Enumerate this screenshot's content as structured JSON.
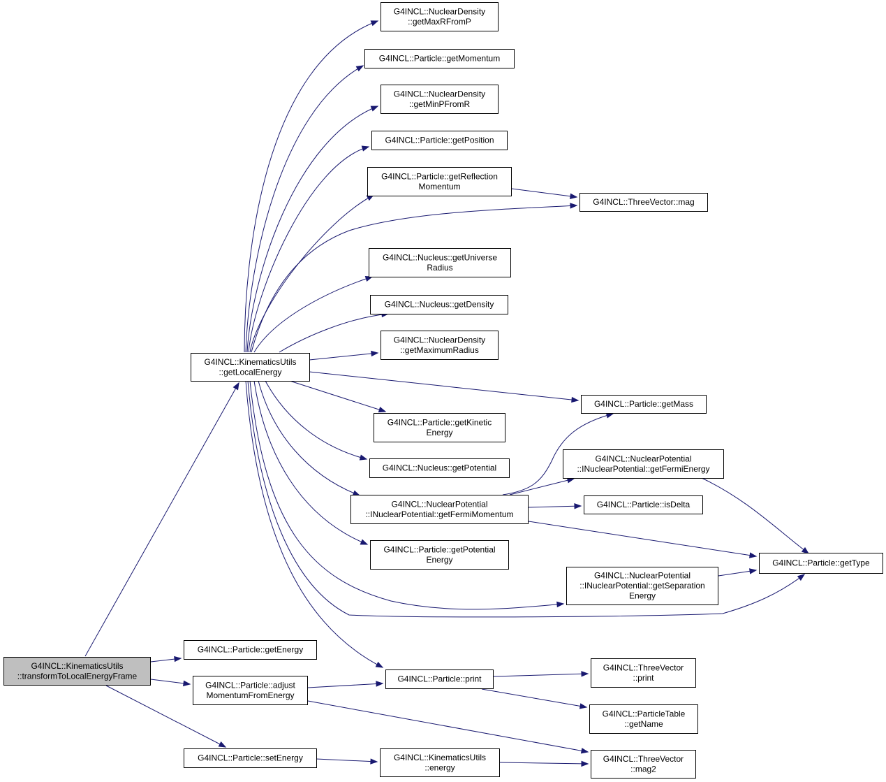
{
  "colors": {
    "edge": "#191970",
    "root_fill": "#bfbfbf",
    "node_fill": "#ffffff",
    "border": "#000000"
  },
  "nodes": [
    {
      "id": "transformToLocalEnergyFrame",
      "lines": [
        "G4INCL::KinematicsUtils",
        "::transformToLocalEnergyFrame"
      ],
      "root": true
    },
    {
      "id": "getLocalEnergy",
      "lines": [
        "G4INCL::KinematicsUtils",
        "::getLocalEnergy"
      ]
    },
    {
      "id": "getEnergy",
      "lines": [
        "G4INCL::Particle::getEnergy"
      ]
    },
    {
      "id": "adjustMomentumFromEnergy",
      "lines": [
        "G4INCL::Particle::adjust",
        "MomentumFromEnergy"
      ]
    },
    {
      "id": "setEnergy",
      "lines": [
        "G4INCL::Particle::setEnergy"
      ]
    },
    {
      "id": "getMaxRFromP",
      "lines": [
        "G4INCL::NuclearDensity",
        "::getMaxRFromP"
      ]
    },
    {
      "id": "getMomentum",
      "lines": [
        "G4INCL::Particle::getMomentum"
      ]
    },
    {
      "id": "getMinPFromR",
      "lines": [
        "G4INCL::NuclearDensity",
        "::getMinPFromR"
      ]
    },
    {
      "id": "getPosition",
      "lines": [
        "G4INCL::Particle::getPosition"
      ]
    },
    {
      "id": "getReflectionMomentum",
      "lines": [
        "G4INCL::Particle::getReflection",
        "Momentum"
      ]
    },
    {
      "id": "mag",
      "lines": [
        "G4INCL::ThreeVector::mag"
      ]
    },
    {
      "id": "getUniverseRadius",
      "lines": [
        "G4INCL::Nucleus::getUniverse",
        "Radius"
      ]
    },
    {
      "id": "getDensity",
      "lines": [
        "G4INCL::Nucleus::getDensity"
      ]
    },
    {
      "id": "getMaximumRadius",
      "lines": [
        "G4INCL::NuclearDensity",
        "::getMaximumRadius"
      ]
    },
    {
      "id": "getMass",
      "lines": [
        "G4INCL::Particle::getMass"
      ]
    },
    {
      "id": "getKineticEnergy",
      "lines": [
        "G4INCL::Particle::getKinetic",
        "Energy"
      ]
    },
    {
      "id": "getPotential",
      "lines": [
        "G4INCL::Nucleus::getPotential"
      ]
    },
    {
      "id": "getFermiEnergy",
      "lines": [
        "G4INCL::NuclearPotential",
        "::INuclearPotential::getFermiEnergy"
      ]
    },
    {
      "id": "getFermiMomentum",
      "lines": [
        "G4INCL::NuclearPotential",
        "::INuclearPotential::getFermiMomentum"
      ]
    },
    {
      "id": "isDelta",
      "lines": [
        "G4INCL::Particle::isDelta"
      ]
    },
    {
      "id": "getPotentialEnergy",
      "lines": [
        "G4INCL::Particle::getPotential",
        "Energy"
      ]
    },
    {
      "id": "getType",
      "lines": [
        "G4INCL::Particle::getType"
      ]
    },
    {
      "id": "getSeparationEnergy",
      "lines": [
        "G4INCL::NuclearPotential",
        "::INuclearPotential::getSeparation",
        "Energy"
      ]
    },
    {
      "id": "print",
      "lines": [
        "G4INCL::Particle::print"
      ]
    },
    {
      "id": "threeVectorPrint",
      "lines": [
        "G4INCL::ThreeVector",
        "::print"
      ]
    },
    {
      "id": "getName",
      "lines": [
        "G4INCL::ParticleTable",
        "::getName"
      ]
    },
    {
      "id": "kinEnergy",
      "lines": [
        "G4INCL::KinematicsUtils",
        "::energy"
      ]
    },
    {
      "id": "mag2",
      "lines": [
        "G4INCL::ThreeVector",
        "::mag2"
      ]
    }
  ],
  "edges": [
    [
      "transformToLocalEnergyFrame",
      "getLocalEnergy"
    ],
    [
      "transformToLocalEnergyFrame",
      "getEnergy"
    ],
    [
      "transformToLocalEnergyFrame",
      "adjustMomentumFromEnergy"
    ],
    [
      "transformToLocalEnergyFrame",
      "setEnergy"
    ],
    [
      "getLocalEnergy",
      "getMaxRFromP"
    ],
    [
      "getLocalEnergy",
      "getMomentum"
    ],
    [
      "getLocalEnergy",
      "getMinPFromR"
    ],
    [
      "getLocalEnergy",
      "getPosition"
    ],
    [
      "getLocalEnergy",
      "getReflectionMomentum"
    ],
    [
      "getLocalEnergy",
      "mag"
    ],
    [
      "getLocalEnergy",
      "getUniverseRadius"
    ],
    [
      "getLocalEnergy",
      "getDensity"
    ],
    [
      "getLocalEnergy",
      "getMaximumRadius"
    ],
    [
      "getLocalEnergy",
      "getMass"
    ],
    [
      "getLocalEnergy",
      "getKineticEnergy"
    ],
    [
      "getLocalEnergy",
      "getPotential"
    ],
    [
      "getLocalEnergy",
      "getFermiMomentum"
    ],
    [
      "getLocalEnergy",
      "getPotentialEnergy"
    ],
    [
      "getLocalEnergy",
      "getSeparationEnergy"
    ],
    [
      "getLocalEnergy",
      "getType"
    ],
    [
      "getLocalEnergy",
      "print"
    ],
    [
      "getReflectionMomentum",
      "mag"
    ],
    [
      "getFermiMomentum",
      "getMass"
    ],
    [
      "getFermiMomentum",
      "getFermiEnergy"
    ],
    [
      "getFermiMomentum",
      "isDelta"
    ],
    [
      "getFermiMomentum",
      "getType"
    ],
    [
      "getFermiEnergy",
      "getType"
    ],
    [
      "getSeparationEnergy",
      "getType"
    ],
    [
      "adjustMomentumFromEnergy",
      "print"
    ],
    [
      "adjustMomentumFromEnergy",
      "mag2"
    ],
    [
      "print",
      "threeVectorPrint"
    ],
    [
      "print",
      "getName"
    ],
    [
      "setEnergy",
      "kinEnergy"
    ],
    [
      "kinEnergy",
      "mag2"
    ]
  ]
}
